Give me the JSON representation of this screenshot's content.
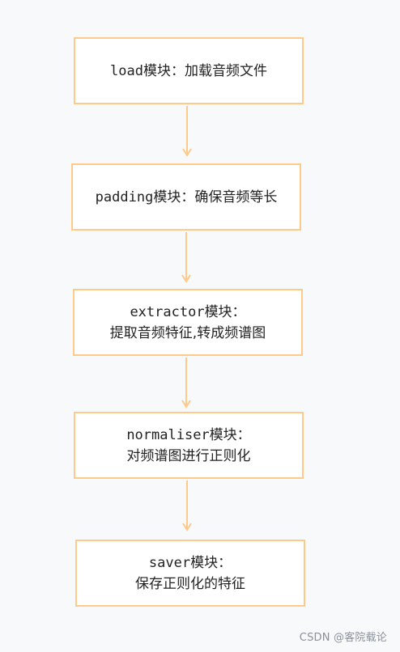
{
  "diagram": {
    "nodes": [
      {
        "mono": "load",
        "line1": "模块：加载音频文件",
        "line2": ""
      },
      {
        "mono": "padding",
        "line1": "模块：确保音频等长",
        "line2": ""
      },
      {
        "mono": "extractor",
        "line1": "模块：",
        "line2": "提取音频特征,转成频谱图"
      },
      {
        "mono": "normaliser",
        "line1": "模块：",
        "line2": "对频谱图进行正则化"
      },
      {
        "mono": "saver",
        "line1": "模块：",
        "line2": "保存正则化的特征"
      }
    ],
    "edges": [
      {
        "from": 0,
        "to": 1
      },
      {
        "from": 1,
        "to": 2
      },
      {
        "from": 2,
        "to": 3
      },
      {
        "from": 3,
        "to": 4
      }
    ],
    "colors": {
      "border": "#ffc98a",
      "arrow": "#ffc98a",
      "background": "#f8f9fb",
      "text": "#222222"
    }
  },
  "watermark": "CSDN @客院载论"
}
